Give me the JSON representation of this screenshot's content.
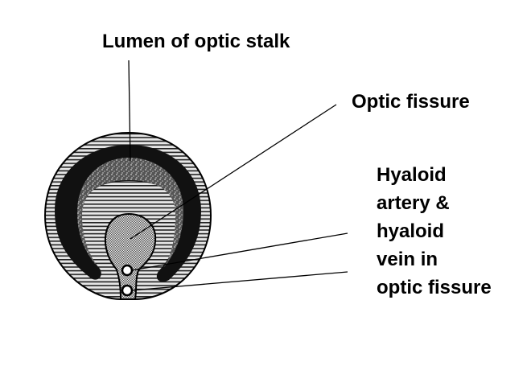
{
  "title": "Optic cup cross-section diagram",
  "labels": {
    "lumen": "Lumen of optic stalk",
    "fissure": "Optic fissure",
    "hyaloid_lines": [
      "Hyaloid",
      "artery &",
      "hyaloid",
      "vein in",
      "optic fissure"
    ]
  },
  "colors": {
    "ink": "#000000",
    "stripe_bg": "#d8d8d8",
    "stipple_bg": "#9a9a9a"
  }
}
